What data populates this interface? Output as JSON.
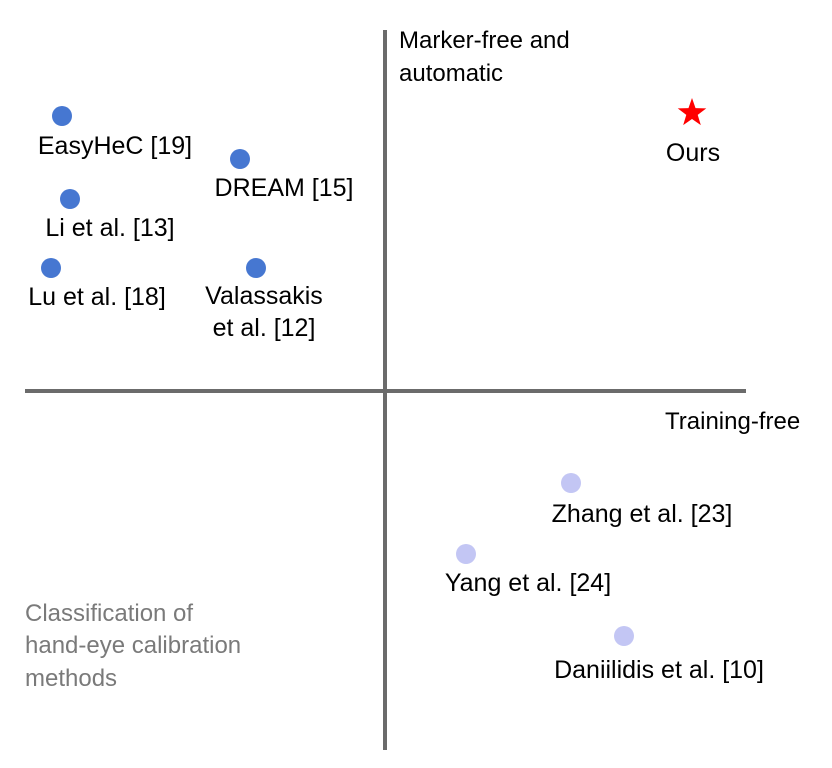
{
  "axes": {
    "vertical_label": [
      "Marker-free and",
      "automatic"
    ],
    "horizontal_label": "Training-free",
    "color": "#6b6b6b"
  },
  "caption": [
    "Classification of",
    "hand-eye calibration",
    "methods"
  ],
  "colors": {
    "upper_left_dot": "#4677d1",
    "lower_right_dot": "#c3c6f4",
    "ours_star": "#ff0000"
  },
  "methods": [
    {
      "id": "easyhec",
      "label": [
        "EasyHeC [19]"
      ],
      "marker": "dot",
      "group": "upper_left"
    },
    {
      "id": "dream",
      "label": [
        "DREAM [15]"
      ],
      "marker": "dot",
      "group": "upper_left"
    },
    {
      "id": "li",
      "label": [
        "Li et al. [13]"
      ],
      "marker": "dot",
      "group": "upper_left"
    },
    {
      "id": "lu",
      "label": [
        "Lu et al. [18]"
      ],
      "marker": "dot",
      "group": "upper_left"
    },
    {
      "id": "valassakis",
      "label": [
        "Valassakis",
        "et al. [12]"
      ],
      "marker": "dot",
      "group": "upper_left"
    },
    {
      "id": "ours",
      "label": [
        "Ours"
      ],
      "marker": "star",
      "group": "upper_right"
    },
    {
      "id": "zhang",
      "label": [
        "Zhang et al. [23]"
      ],
      "marker": "dot",
      "group": "lower_right"
    },
    {
      "id": "yang",
      "label": [
        "Yang et al. [24]"
      ],
      "marker": "dot",
      "group": "lower_right"
    },
    {
      "id": "daniilidis",
      "label": [
        "Daniilidis et al. [10]"
      ],
      "marker": "dot",
      "group": "lower_right"
    }
  ]
}
